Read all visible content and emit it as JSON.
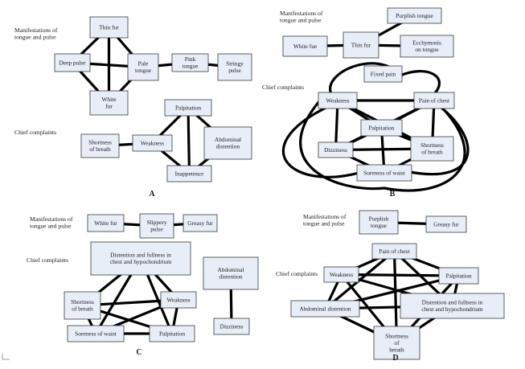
{
  "panels": [
    {
      "letter": "A",
      "sections": [
        {
          "id": "A-tongue",
          "label_lines": [
            "Manifestations of",
            "tongue and pulse"
          ]
        },
        {
          "id": "A-chief",
          "label_lines": [
            "Chief complaints"
          ]
        }
      ],
      "nodes": [
        {
          "id": "A1",
          "lines": [
            "Thin fur"
          ]
        },
        {
          "id": "A2",
          "lines": [
            "Deep pulse"
          ]
        },
        {
          "id": "A3",
          "lines": [
            "Pale",
            "tongue"
          ]
        },
        {
          "id": "A4",
          "lines": [
            "Pink",
            "tongue"
          ]
        },
        {
          "id": "A5",
          "lines": [
            "Stringy",
            "pulse"
          ]
        },
        {
          "id": "A6",
          "lines": [
            "White",
            "fur"
          ]
        },
        {
          "id": "A7",
          "lines": [
            "Palpitation"
          ]
        },
        {
          "id": "A8",
          "lines": [
            "Shortness",
            "of breath"
          ]
        },
        {
          "id": "A9",
          "lines": [
            "Weakness"
          ]
        },
        {
          "id": "A10",
          "lines": [
            "Abdominal",
            "distention"
          ]
        },
        {
          "id": "A11",
          "lines": [
            "Inappetence"
          ]
        }
      ],
      "edges": [
        [
          "A1",
          "A6"
        ],
        [
          "A2",
          "A3"
        ],
        [
          "A1",
          "A2"
        ],
        [
          "A1",
          "A3"
        ],
        [
          "A2",
          "A6"
        ],
        [
          "A3",
          "A6"
        ],
        [
          "A3",
          "A4"
        ],
        [
          "A4",
          "A5"
        ],
        [
          "A8",
          "A9"
        ],
        [
          "A9",
          "A7"
        ],
        [
          "A9",
          "A11"
        ],
        [
          "A7",
          "A10"
        ],
        [
          "A10",
          "A11"
        ],
        [
          "A7",
          "A11"
        ]
      ]
    },
    {
      "letter": "B",
      "sections": [
        {
          "id": "B-tongue",
          "label_lines": [
            "Manifestations of",
            "tongue and pulse"
          ]
        },
        {
          "id": "B-chief",
          "label_lines": [
            "Chief complaints"
          ]
        }
      ],
      "nodes": [
        {
          "id": "B1",
          "lines": [
            "Purplish tongue"
          ]
        },
        {
          "id": "B2",
          "lines": [
            "White fue"
          ]
        },
        {
          "id": "B3",
          "lines": [
            "Thin fur"
          ]
        },
        {
          "id": "B4",
          "lines": [
            "Ecchymosis",
            "on tongue"
          ]
        },
        {
          "id": "B5",
          "lines": [
            "Fixed pain"
          ]
        },
        {
          "id": "B6",
          "lines": [
            "Weakness"
          ]
        },
        {
          "id": "B7",
          "lines": [
            "Pain of chest"
          ]
        },
        {
          "id": "B8",
          "lines": [
            "Palpitation"
          ]
        },
        {
          "id": "B9",
          "lines": [
            "Dizziness"
          ]
        },
        {
          "id": "B10",
          "lines": [
            "Shortness",
            "of breath"
          ]
        },
        {
          "id": "B11",
          "lines": [
            "Soreness of waist"
          ]
        }
      ],
      "edges": [
        [
          "B2",
          "B3"
        ],
        [
          "B3",
          "B4"
        ],
        [
          "B3",
          "B1"
        ],
        [
          "B6",
          "B7"
        ],
        [
          "B6",
          "B9"
        ],
        [
          "B6",
          "B8"
        ],
        [
          "B6",
          "B10"
        ],
        [
          "B7",
          "B8"
        ],
        [
          "B7",
          "B9"
        ],
        [
          "B7",
          "B10"
        ],
        [
          "B8",
          "B9"
        ],
        [
          "B8",
          "B10"
        ],
        [
          "B9",
          "B10"
        ],
        [
          "B8",
          "B11"
        ],
        [
          "B9",
          "B11"
        ],
        [
          "B10",
          "B11"
        ]
      ]
    },
    {
      "letter": "C",
      "sections": [
        {
          "id": "C-tongue",
          "label_lines": [
            "Manifestations of",
            "tongue and pulse"
          ]
        },
        {
          "id": "C-chief",
          "label_lines": [
            "Chief complaints"
          ]
        }
      ],
      "nodes": [
        {
          "id": "C1",
          "lines": [
            "White fur"
          ]
        },
        {
          "id": "C2",
          "lines": [
            "Slippery",
            "pulse"
          ]
        },
        {
          "id": "C3",
          "lines": [
            "Greasy fur"
          ]
        },
        {
          "id": "C4",
          "lines": [
            "Distention and fullness in",
            "chest and hypochondrium"
          ]
        },
        {
          "id": "C5",
          "lines": [
            "Abdominal",
            "distention"
          ]
        },
        {
          "id": "C6",
          "lines": [
            "Shortness",
            "of breath"
          ]
        },
        {
          "id": "C7",
          "lines": [
            "Weakness"
          ]
        },
        {
          "id": "C8",
          "lines": [
            "Soreness of waist"
          ]
        },
        {
          "id": "C9",
          "lines": [
            "Palpitation"
          ]
        },
        {
          "id": "C10",
          "lines": [
            "Dizziness"
          ]
        }
      ],
      "edges": [
        [
          "C1",
          "C2"
        ],
        [
          "C2",
          "C3"
        ],
        [
          "C4",
          "C6"
        ],
        [
          "C4",
          "C7"
        ],
        [
          "C4",
          "C8"
        ],
        [
          "C4",
          "C9"
        ],
        [
          "C6",
          "C7"
        ],
        [
          "C6",
          "C8"
        ],
        [
          "C6",
          "C9"
        ],
        [
          "C7",
          "C8"
        ],
        [
          "C7",
          "C9"
        ],
        [
          "C8",
          "C9"
        ],
        [
          "C5",
          "C10"
        ]
      ]
    },
    {
      "letter": "D",
      "sections": [
        {
          "id": "D-tongue",
          "label_lines": [
            "Manifestations of",
            "tongue and pulse"
          ]
        },
        {
          "id": "D-chief",
          "label_lines": [
            "Chief complaints"
          ]
        }
      ],
      "nodes": [
        {
          "id": "D1",
          "lines": [
            "Purplish",
            "tongue"
          ]
        },
        {
          "id": "D2",
          "lines": [
            "Greasy fur"
          ]
        },
        {
          "id": "D3",
          "lines": [
            "Pain of chest"
          ]
        },
        {
          "id": "D4",
          "lines": [
            "Weakness"
          ]
        },
        {
          "id": "D5",
          "lines": [
            "Palpitation"
          ]
        },
        {
          "id": "D6",
          "lines": [
            "Abdominal distention"
          ]
        },
        {
          "id": "D7",
          "lines": [
            "Distention and fullness in",
            "chest and hypochondrium"
          ]
        },
        {
          "id": "D8",
          "lines": [
            "Shortness",
            "of",
            "breath"
          ]
        }
      ],
      "edges": [
        [
          "D1",
          "D2"
        ],
        [
          "D3",
          "D4"
        ],
        [
          "D3",
          "D5"
        ],
        [
          "D3",
          "D6"
        ],
        [
          "D3",
          "D7"
        ],
        [
          "D3",
          "D8"
        ],
        [
          "D4",
          "D5"
        ],
        [
          "D4",
          "D6"
        ],
        [
          "D4",
          "D7"
        ],
        [
          "D4",
          "D8"
        ],
        [
          "D5",
          "D6"
        ],
        [
          "D5",
          "D7"
        ],
        [
          "D5",
          "D8"
        ],
        [
          "D6",
          "D7"
        ],
        [
          "D6",
          "D8"
        ],
        [
          "D7",
          "D8"
        ]
      ]
    }
  ]
}
